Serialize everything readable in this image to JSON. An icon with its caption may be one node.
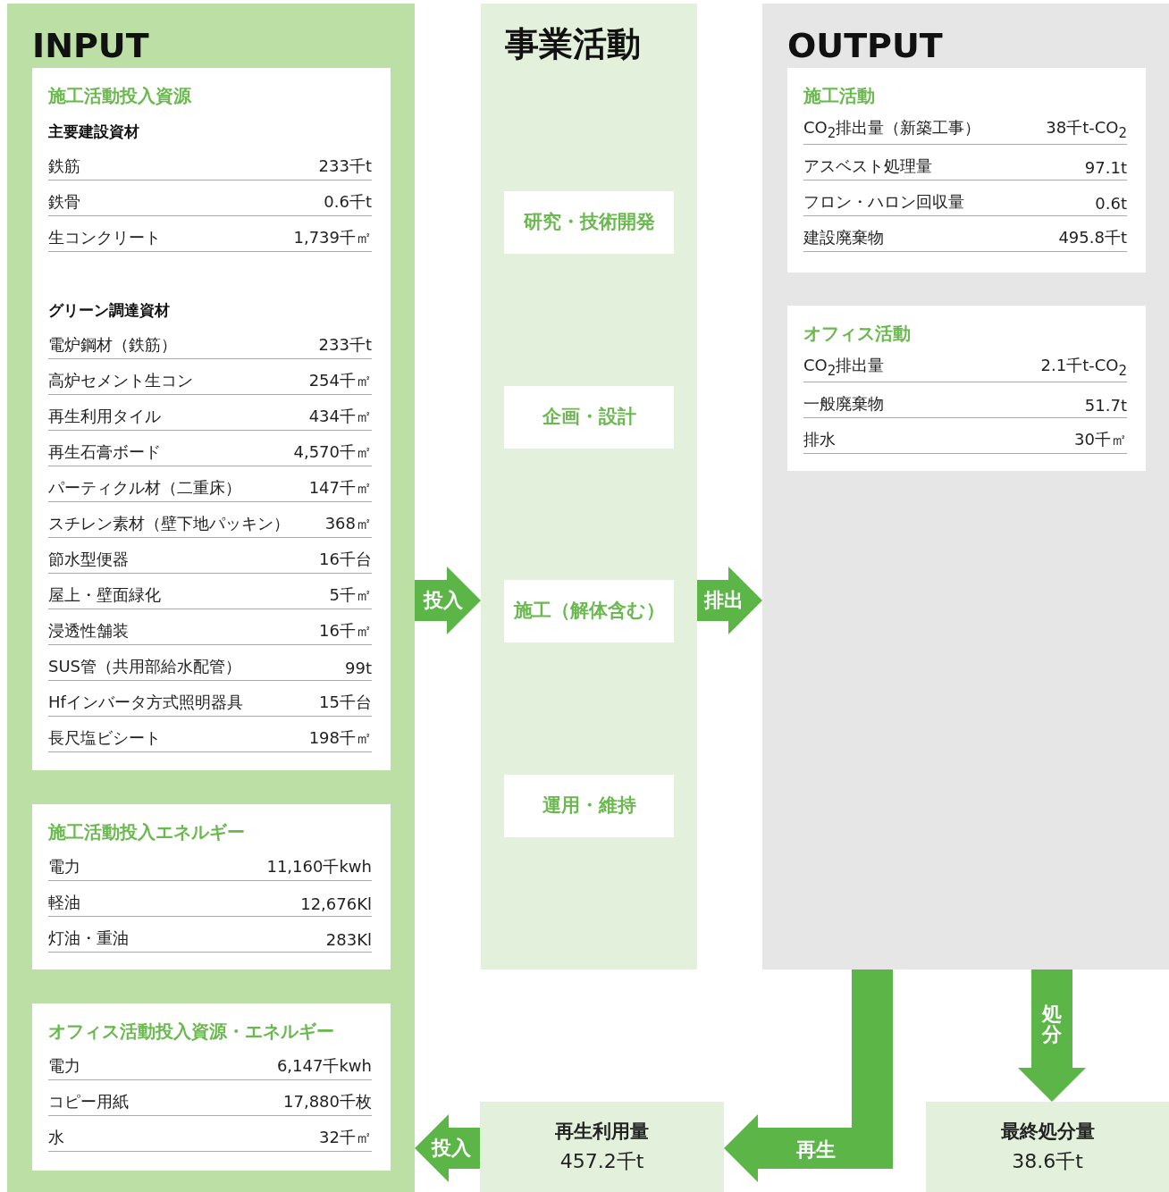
{
  "diagram": {
    "nodes": [
      {
        "text": [
          "INPUT"
        ]
      },
      {
        "text": [
          "施工活動投入資源",
          "主要建設資材",
          "鉄筋",
          "233千t",
          "鉄骨",
          "0.6千t",
          "生コンクリート",
          "1,739千㎡",
          "グリーン調達資材",
          "電炉鋼材（鉄筋）",
          "233千t",
          "高炉セメント生コン",
          "254千㎡",
          "再生利用タイル",
          "434千㎡",
          "再生石膏ボード",
          "4,570千㎡",
          "パーティクル材（二重床）",
          "147千㎡",
          "スチレン素材（壁下地パッキン）",
          "368㎡",
          "節水型便器",
          "16千台",
          "屋上・壁面緑化",
          "5千㎡",
          "浸透性舗装",
          "16千㎡",
          "SUS管（共用部給水配管）",
          "99t",
          "Hfインバータ方式照明器具",
          "15千台",
          "長尺塩ビシート",
          "198千㎡"
        ],
        "in": 0
      },
      {
        "text": [
          "施工活動投入エネルギー",
          "電力",
          "11,160千kwh",
          "軽油",
          "12,676Kl",
          "灯油・重油",
          "283Kl"
        ],
        "in": 0
      },
      {
        "text": [
          "オフィス活動投入資源・エネルギー",
          "電力",
          "6,147千kwh",
          "コピー用紙",
          "17,880千枚",
          "水",
          "32千㎡"
        ],
        "in": 0
      },
      {
        "text": [
          "事業活動"
        ]
      },
      {
        "text": [
          "研究・技術開発"
        ],
        "in": 4
      },
      {
        "text": [
          "企画・設計"
        ],
        "in": 4
      },
      {
        "text": [
          "施工（解体含む）"
        ],
        "in": 4
      },
      {
        "text": [
          "運用・維持"
        ],
        "in": 4
      },
      {
        "text": [
          "OUTPUT"
        ]
      },
      {
        "text": [
          "施工活動",
          "CO$_{2}$排出量（新築工事）",
          "38千t-CO$_{2}$",
          "アスベスト処理量",
          "97.1t",
          "フロン・ハロン回収量",
          "0.6t",
          "建設廃棄物",
          "495.8千t"
        ],
        "in": 9
      },
      {
        "text": [
          "オフィス活動",
          "CO$_{2}$排出量",
          "2.1千t-CO$_{2}$",
          "一般廃棄物",
          "51.7t",
          "排水",
          "30千㎡"
        ],
        "in": 9
      },
      {
        "text": [
          "再生利用量",
          "457.2千t"
        ]
      },
      {
        "text": [
          "最終処分量",
          "38.6千t"
        ]
      }
    ],
    "edges": [
      {
        "from": 0,
        "to": 4,
        "arrow": "to",
        "label": "投入"
      },
      {
        "from": 4,
        "to": 9,
        "arrow": "to",
        "label": "排出"
      },
      {
        "from": 9,
        "to": 12,
        "arrow": "to",
        "label": "再生"
      },
      {
        "from": 9,
        "to": 13,
        "arrow": "to",
        "label": "処分"
      },
      {
        "from": 12,
        "to": 0,
        "arrow": "to",
        "label": "投入"
      }
    ]
  }
}
